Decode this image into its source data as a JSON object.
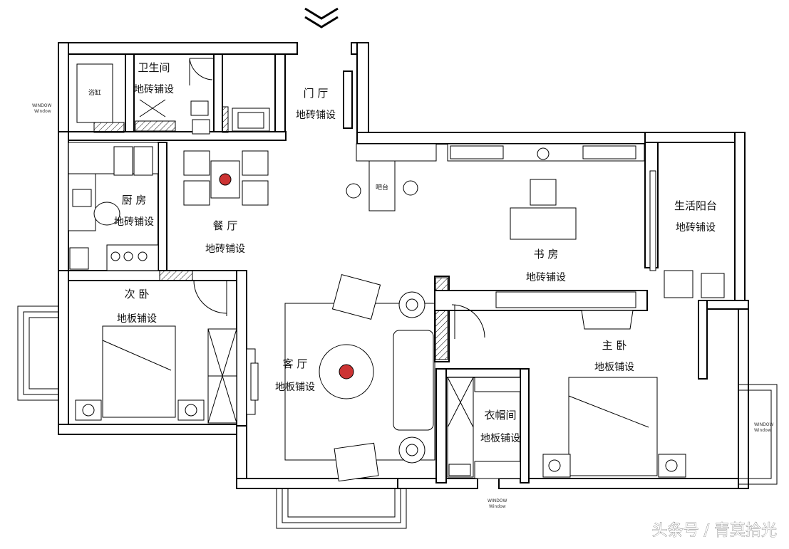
{
  "rooms": {
    "bathroom": {
      "name": "卫生间",
      "floor": "地砖铺设"
    },
    "bathtub": {
      "label": "浴缸"
    },
    "foyer": {
      "name": "门  厅",
      "floor": "地砖铺设"
    },
    "kitchen": {
      "name": "厨    房",
      "floor": "地砖铺设"
    },
    "dining": {
      "name": "餐    厅",
      "floor": "地砖铺设"
    },
    "bar": {
      "label": "吧台"
    },
    "study": {
      "name": "书    房",
      "floor": "地砖铺设"
    },
    "balcony": {
      "name": "生活阳台",
      "floor": "地砖铺设"
    },
    "second_bedroom": {
      "name": "次    卧",
      "floor": "地板铺设"
    },
    "living": {
      "name": "客    厅",
      "floor": "地板铺设"
    },
    "cloakroom": {
      "name": "衣帽间",
      "floor": "地板铺设"
    },
    "master_bedroom": {
      "name": "主    卧",
      "floor": "地板铺设"
    }
  },
  "watermark": "头条号 / 青莫拾光",
  "icons": [
    "entry-chevron-icon"
  ]
}
